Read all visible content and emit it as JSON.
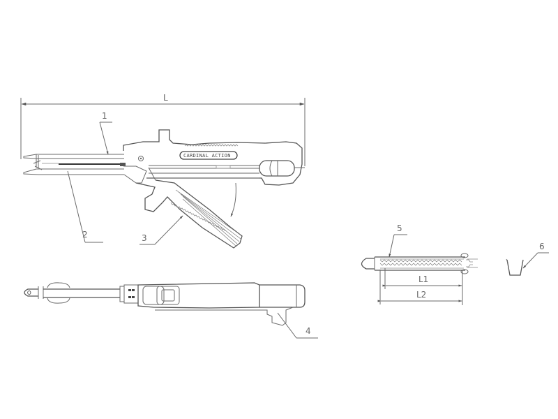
{
  "figure": {
    "type": "technical-line-drawing",
    "subject": "surgical stapler assembly",
    "background": "#ffffff",
    "line_color": "#6a6a6a"
  },
  "dimensions": {
    "overall_length": "L",
    "cartridge_inner_length": "L1",
    "cartridge_outer_length": "L2"
  },
  "callouts": [
    {
      "id": "1",
      "label": "1"
    },
    {
      "id": "2",
      "label": "2"
    },
    {
      "id": "3",
      "label": "3"
    },
    {
      "id": "4",
      "label": "4"
    },
    {
      "id": "5",
      "label": "5"
    },
    {
      "id": "6",
      "label": "6"
    }
  ],
  "handle_badge": {
    "text": "CARDINAL ACTION"
  },
  "views": [
    {
      "name": "side-view",
      "description": "stapler side elevation with trigger open"
    },
    {
      "name": "top-view",
      "description": "stapler top/bottom view"
    },
    {
      "name": "cartridge-view",
      "description": "staple cartridge"
    },
    {
      "name": "staple-view",
      "description": "single staple"
    }
  ]
}
